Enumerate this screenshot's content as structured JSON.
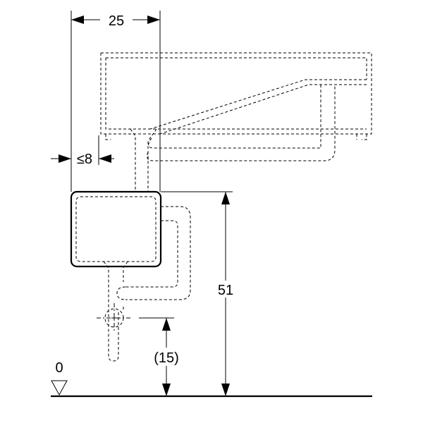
{
  "drawing": {
    "dimensions": {
      "width_top": "25",
      "offset_max": "≤8",
      "height_total": "51",
      "height_outlet": "(15)",
      "floor_level": "0"
    },
    "colors": {
      "line": "#000000",
      "background": "#ffffff"
    }
  }
}
